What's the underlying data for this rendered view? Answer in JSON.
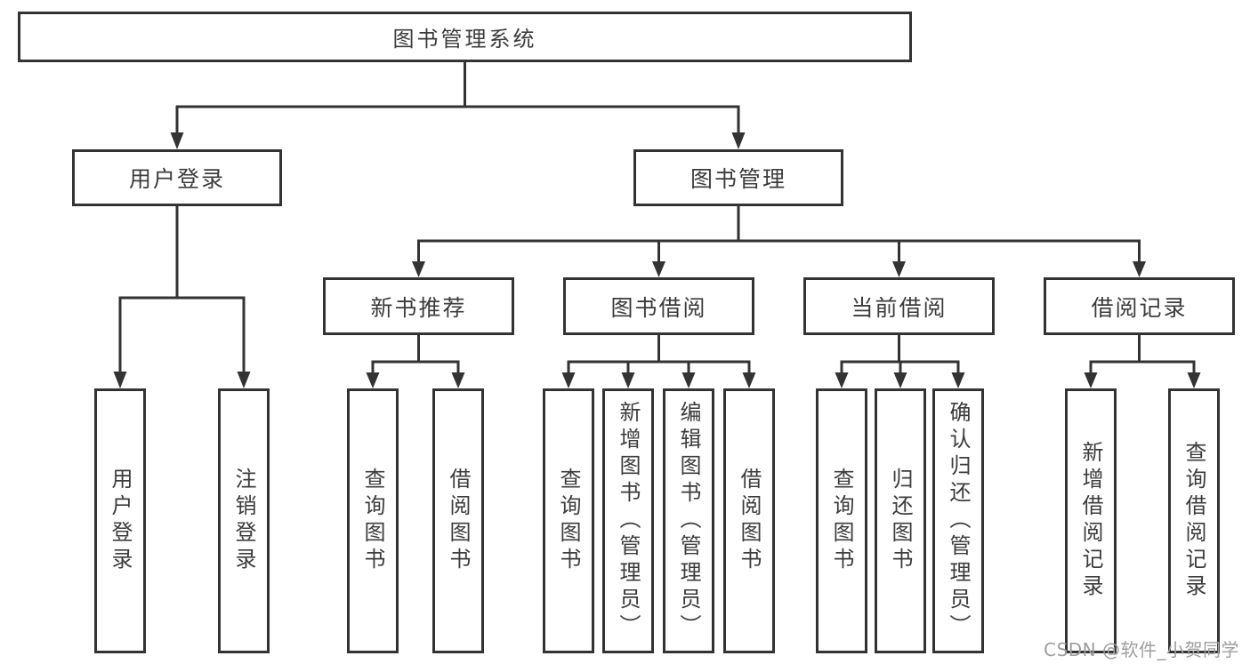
{
  "tree": {
    "root": {
      "label": "图书管理系统"
    },
    "branches": [
      {
        "label": "用户登录",
        "children": [
          {
            "label": "用户登录"
          },
          {
            "label": "注销登录"
          }
        ]
      },
      {
        "label": "图书管理",
        "children": [
          {
            "label": "新书推荐",
            "children": [
              {
                "label": "查询图书"
              },
              {
                "label": "借阅图书"
              }
            ]
          },
          {
            "label": "图书借阅",
            "children": [
              {
                "label": "查询图书"
              },
              {
                "label": "新增图书（管理员）"
              },
              {
                "label": "编辑图书（管理员）"
              },
              {
                "label": "借阅图书"
              }
            ]
          },
          {
            "label": "当前借阅",
            "children": [
              {
                "label": "查询图书"
              },
              {
                "label": "归还图书"
              },
              {
                "label": "确认归还（管理员）"
              }
            ]
          },
          {
            "label": "借阅记录",
            "children": [
              {
                "label": "新增借阅记录"
              },
              {
                "label": "查询借阅记录"
              }
            ]
          }
        ]
      }
    ]
  },
  "watermark": {
    "text": "CSDN @软件_小贺同学"
  },
  "colors": {
    "line": "#333333",
    "text": "#3c3c3c",
    "watermark": "#9e9e9e"
  }
}
